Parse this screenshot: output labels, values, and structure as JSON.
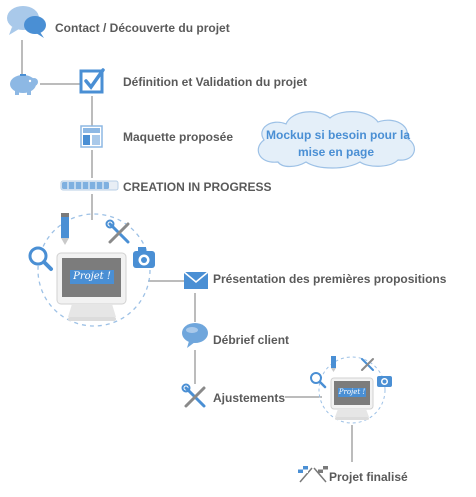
{
  "steps": {
    "contact": "Contact / Découverte du projet",
    "definition": "Définition et Validation du projet",
    "maquette": "Maquette proposée",
    "creation": "CREATION IN PROGRESS",
    "presentation": "Présentation des premières propositions",
    "debrief": "Débrief client",
    "ajustements": "Ajustements",
    "finalise": "Projet finalisé"
  },
  "cloud": {
    "line1": "Mockup si besoin pour la",
    "line2": "mise en page"
  },
  "monitors": {
    "main_label": "Projet !",
    "small_label": "Projet !"
  },
  "colors": {
    "accent_blue": "#4a8fd4",
    "light_blue": "#a9c9ea",
    "connector": "#7a7a7a",
    "cloud_fill": "#e4eff9"
  },
  "icons": [
    "chat-bubbles-icon",
    "piggy-bank-icon",
    "checkbox-icon",
    "layout-icon",
    "progress-bar-icon",
    "pencil-icon",
    "tools-icon",
    "magnifier-icon",
    "camera-icon",
    "monitor-icon",
    "envelope-icon",
    "chat-bubble-icon",
    "wrench-screwdriver-icon",
    "finish-flags-icon"
  ]
}
